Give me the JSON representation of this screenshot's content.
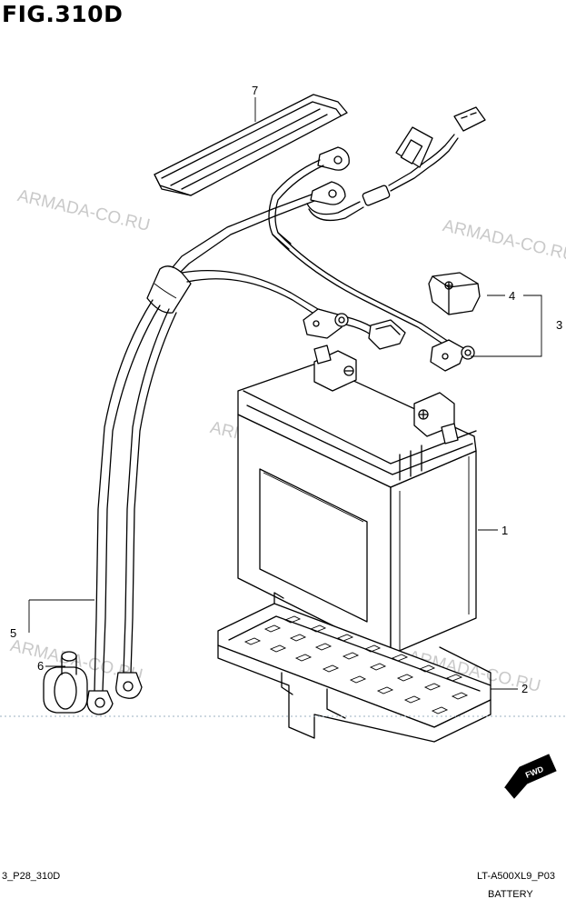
{
  "figure": {
    "title": "FIG.310D"
  },
  "callouts": {
    "c1": "1",
    "c2": "2",
    "c3": "3",
    "c4": "4",
    "c5": "5",
    "c6": "6",
    "c7": "7"
  },
  "watermark": {
    "text": "ARMADA-CO.RU",
    "color": "#c9c9c9"
  },
  "fwd_badge": {
    "label": "FWD"
  },
  "footer": {
    "left_code": "3_P28_310D",
    "model": "LT-A500XL9_P03",
    "section": "BATTERY"
  }
}
